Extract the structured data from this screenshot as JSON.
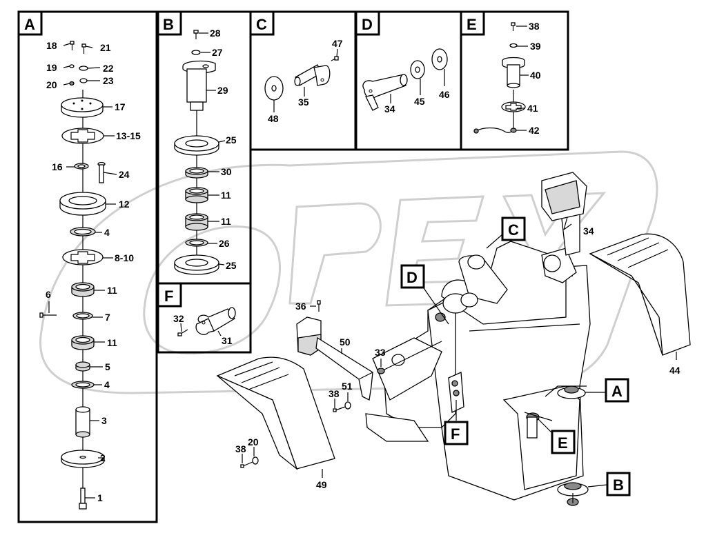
{
  "corner_tag": "",
  "watermark": "OPEX",
  "panels": [
    {
      "id": "A",
      "label": "A"
    },
    {
      "id": "B",
      "label": "B"
    },
    {
      "id": "C",
      "label": "C"
    },
    {
      "id": "D",
      "label": "D"
    },
    {
      "id": "E",
      "label": "E"
    },
    {
      "id": "F",
      "label": "F"
    }
  ],
  "callouts": {
    "A": {
      "label": "A"
    },
    "B": {
      "label": "B"
    },
    "C": {
      "label": "C"
    },
    "D": {
      "label": "D"
    },
    "E": {
      "label": "E"
    },
    "F": {
      "label": "F"
    }
  },
  "part_numbers": {
    "panel_a": [
      "18",
      "21",
      "19",
      "22",
      "20",
      "23",
      "17",
      "13-15",
      "16",
      "24",
      "12",
      "4",
      "8-10",
      "11",
      "6",
      "7",
      "11",
      "5",
      "4",
      "3",
      "2",
      "1"
    ],
    "panel_b": [
      "28",
      "27",
      "29",
      "25",
      "30",
      "11",
      "11",
      "26",
      "25"
    ],
    "panel_c": [
      "47",
      "35",
      "48"
    ],
    "panel_d": [
      "34",
      "45",
      "46"
    ],
    "panel_e": [
      "38",
      "39",
      "40",
      "41",
      "42"
    ],
    "panel_f": [
      "32",
      "31"
    ],
    "main": [
      "34",
      "44",
      "36",
      "50",
      "33",
      "51",
      "38",
      "38",
      "20",
      "49"
    ]
  }
}
